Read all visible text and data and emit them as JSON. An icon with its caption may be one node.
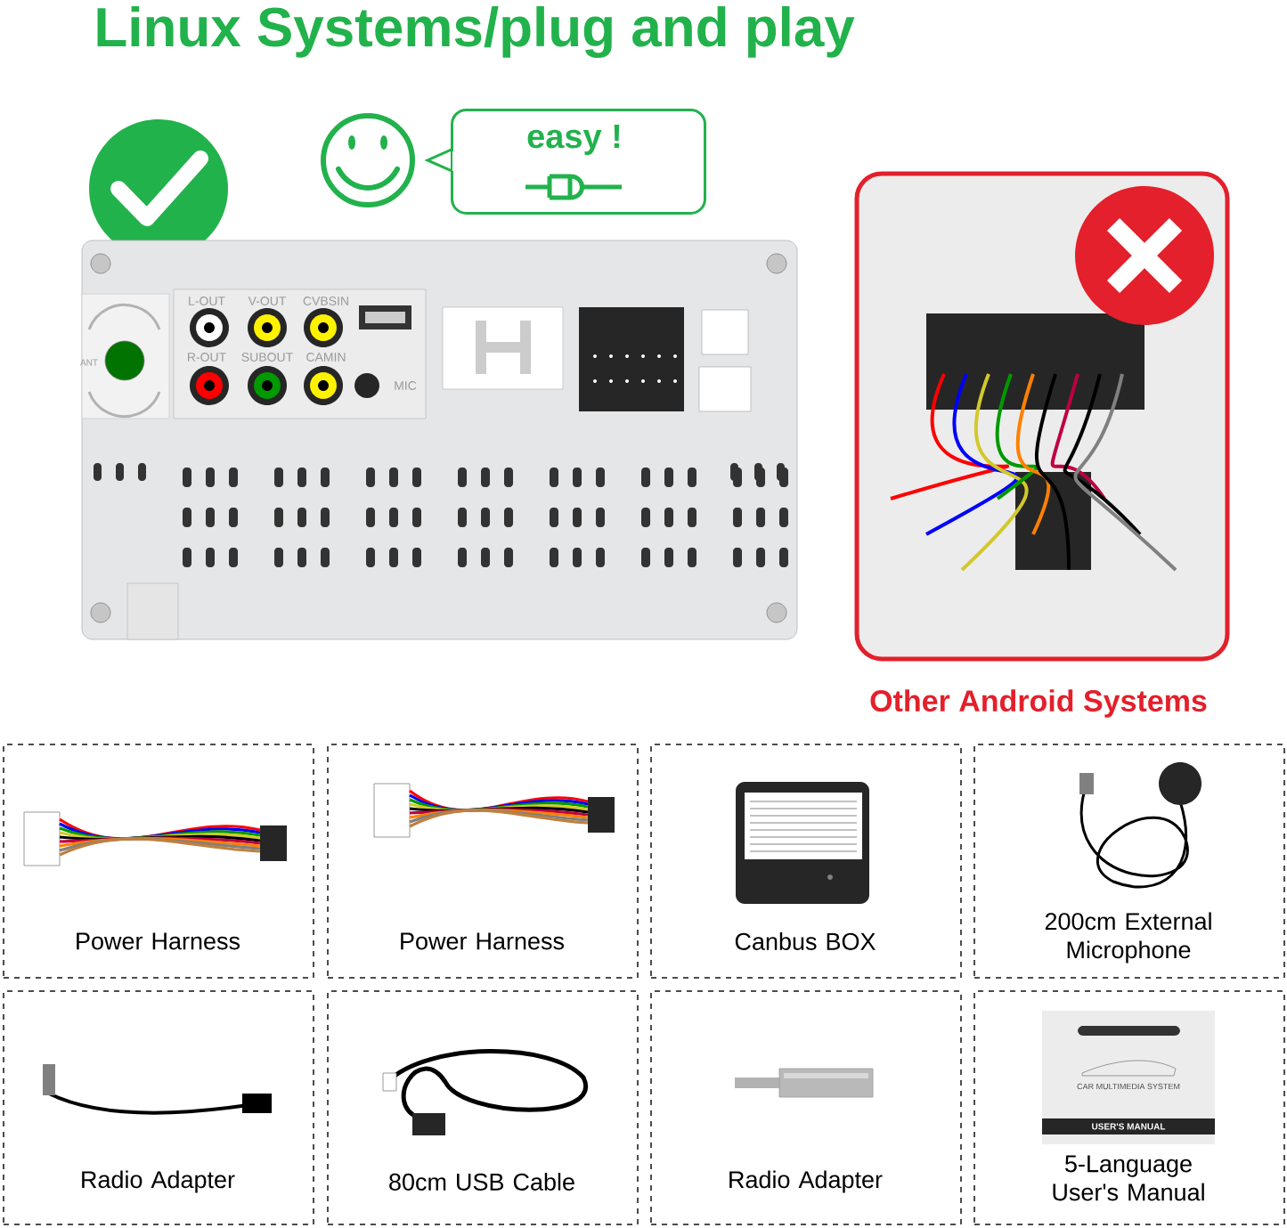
{
  "diagram": {
    "title": "Linux Systems/plug and play",
    "nodes": [
      {
        "text": [
          "Power Harness"
        ]
      },
      {
        "text": [
          "Power Harness"
        ]
      },
      {
        "text": [
          "Canbus BOX"
        ]
      },
      {
        "text": [
          "200cm External Microphone"
        ]
      },
      {
        "text": [
          "Radio Adapter"
        ]
      },
      {
        "text": [
          "80cm USB Cable"
        ]
      },
      {
        "text": [
          "Radio Adapter"
        ]
      },
      {
        "text": [
          "5-Language User's Manual"
        ]
      },
      {
        "text": [
          "easy !"
        ]
      }
    ],
    "labels": [
      "L-OUT",
      "V-OUT",
      "CVBSIN",
      "R-OUT",
      "SUBOUT",
      "CAMIN",
      "MIC",
      "ANT",
      "Other Android Systems",
      "CAR MULTIMEDIA SYSTEM",
      "USER'S MANUAL"
    ]
  }
}
